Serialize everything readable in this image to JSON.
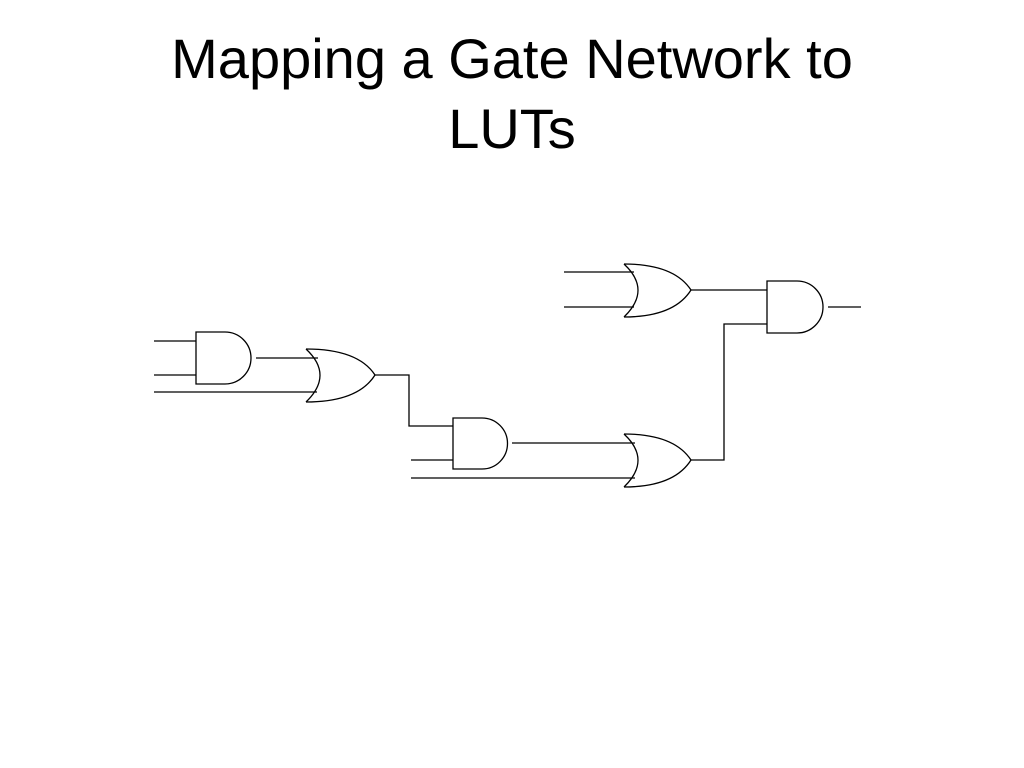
{
  "slide": {
    "title_line1": "Mapping a Gate Network to",
    "title_line2": "LUTs"
  },
  "diagram": {
    "gates": [
      {
        "id": "and-1",
        "type": "AND",
        "inputs": 2
      },
      {
        "id": "or-1",
        "type": "OR",
        "inputs": 2
      },
      {
        "id": "and-2",
        "type": "AND",
        "inputs": 2
      },
      {
        "id": "or-2",
        "type": "OR",
        "inputs": 2
      },
      {
        "id": "or-3",
        "type": "OR",
        "inputs": 2
      },
      {
        "id": "and-3",
        "type": "AND",
        "inputs": 2
      }
    ],
    "connections": [
      {
        "from": "and-1",
        "to": "or-1"
      },
      {
        "from": "or-1",
        "to": "and-2"
      },
      {
        "from": "and-2",
        "to": "or-2"
      },
      {
        "from": "or-3",
        "to": "and-3"
      },
      {
        "from": "or-2",
        "to": "and-3"
      }
    ],
    "stroke_color": "#000000",
    "background_color": "#ffffff"
  }
}
